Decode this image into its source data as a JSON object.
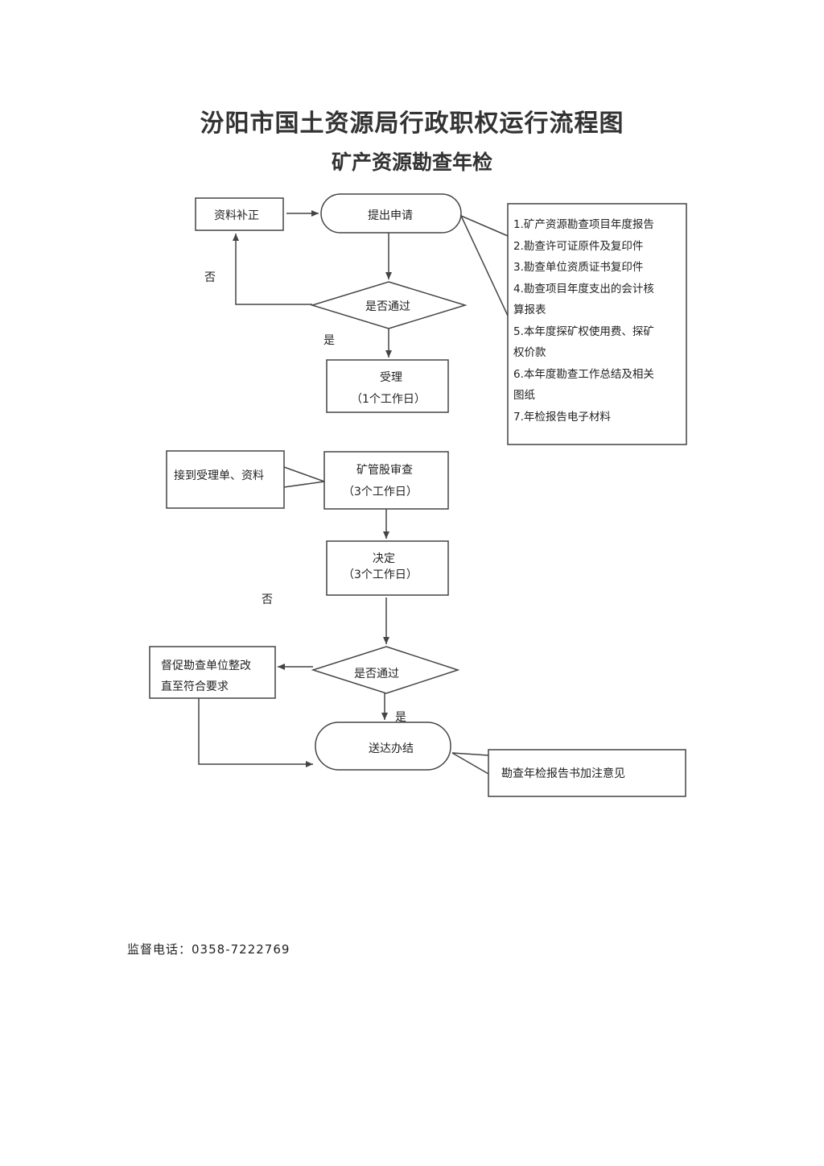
{
  "title": "汾阳市国土资源局行政职权运行流程图",
  "subtitle": "矿产资源勘查年检",
  "nodes": {
    "material_supplement": "资料补正",
    "submit_application": "提出申请",
    "check_pass_1": "是否通过",
    "accept": "受理",
    "accept_days": "（1个工作日）",
    "receive_docs": "接到受理单、资料",
    "mine_review": "矿管股审查",
    "mine_review_days": "（3个工作日）",
    "decision": "决定",
    "decision_days": "（3个工作日）",
    "check_pass_2": "是否通过",
    "rectify_line1": "督促勘查单位整改",
    "rectify_line2": "直至符合要求",
    "deliver_complete": "送达办结",
    "annotate_report": "勘查年检报告书加注意见"
  },
  "edge_labels": {
    "no_1": "否",
    "yes_1": "是",
    "no_2": "否",
    "yes_2": "是"
  },
  "requirements": [
    "1.矿产资源勘查项目年度报告",
    "2.勘查许可证原件及复印件",
    "3.勘查单位资质证书复印件",
    "4.勘查项目年度支出的会计核",
    "算报表",
    "5.本年度探矿权使用费、探矿",
    "权价款",
    "6.本年度勘查工作总结及相关",
    "图纸",
    "7.年检报告电子材料"
  ],
  "footer": {
    "label": "监督电话：",
    "phone": "0358-7222769"
  }
}
